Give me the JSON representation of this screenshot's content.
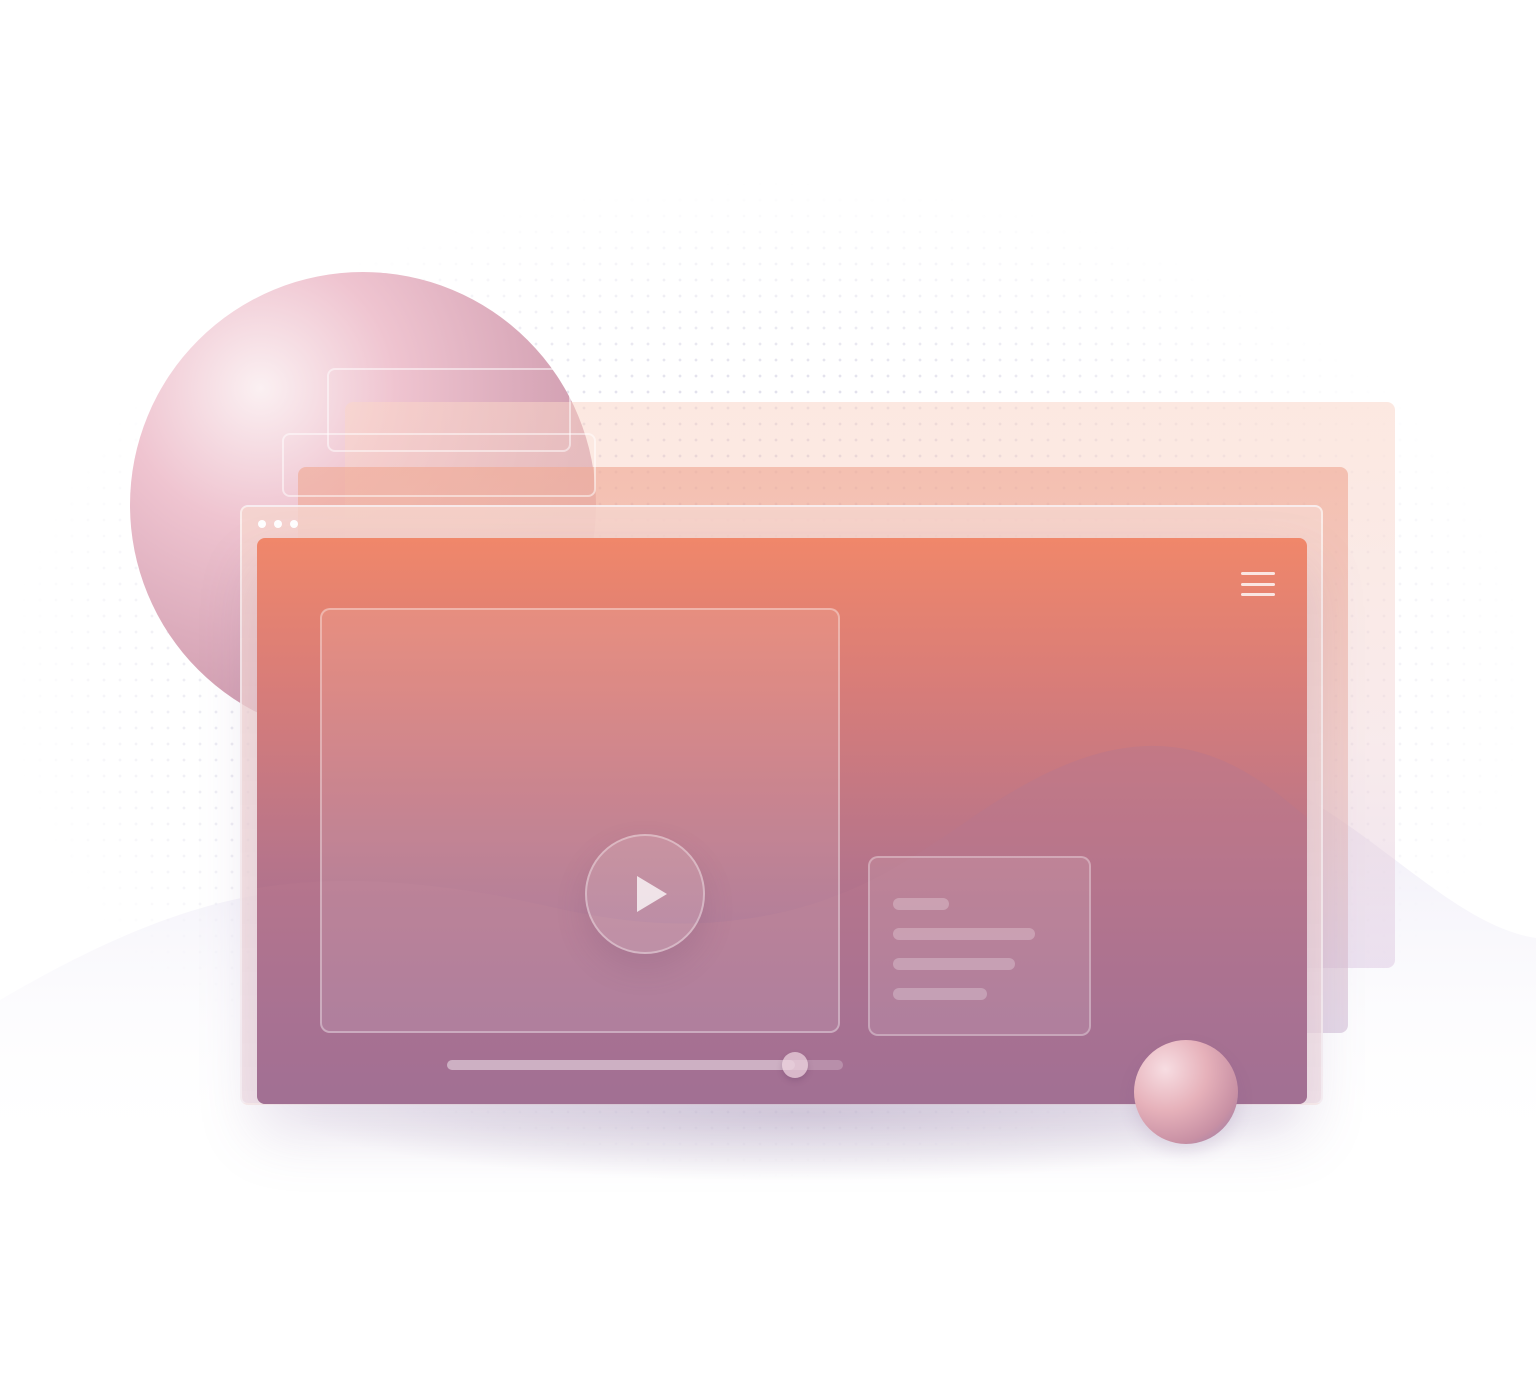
{
  "illustration": {
    "window_dot_count": 3,
    "menu_icon": "hamburger-menu-icon",
    "play_icon": "play-icon",
    "player_progress": 0.88,
    "text_line_count": 4,
    "colors": {
      "panel_top": "#f0876a",
      "panel_bottom": "#8f6a98",
      "sphere_pink": "#efc4d0",
      "backdrop_wave": "#ebe8f5"
    }
  }
}
